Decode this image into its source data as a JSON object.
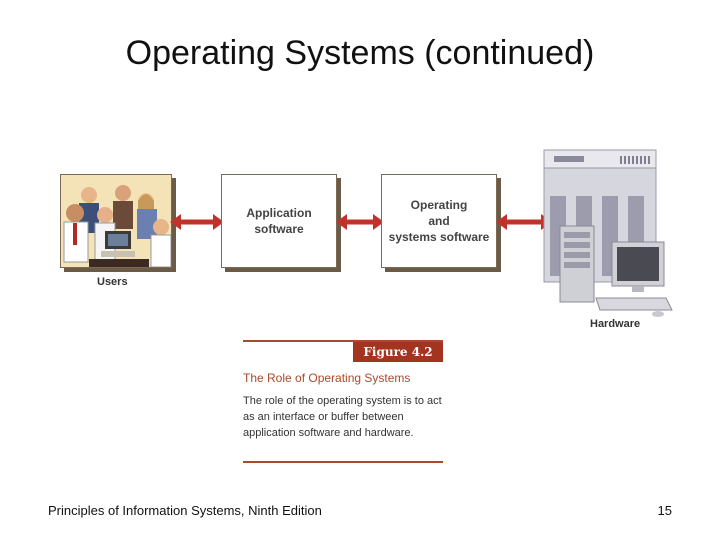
{
  "slide": {
    "title": "Operating Systems (continued)",
    "footer_left": "Principles of Information Systems, Ninth Edition",
    "page_number": "15"
  },
  "diagram": {
    "users_label": "Users",
    "app_box_label": "Application\nsoftware",
    "os_box_label": "Operating\nand\nsystems software",
    "hardware_label": "Hardware",
    "arrow_color": "#c0322a"
  },
  "figure": {
    "badge": "Figure 4.2",
    "title": "The Role of Operating Systems",
    "description": "The role of the operating system is to act as an interface or buffer between application software and hardware.",
    "accent_color": "#a84a2d"
  }
}
